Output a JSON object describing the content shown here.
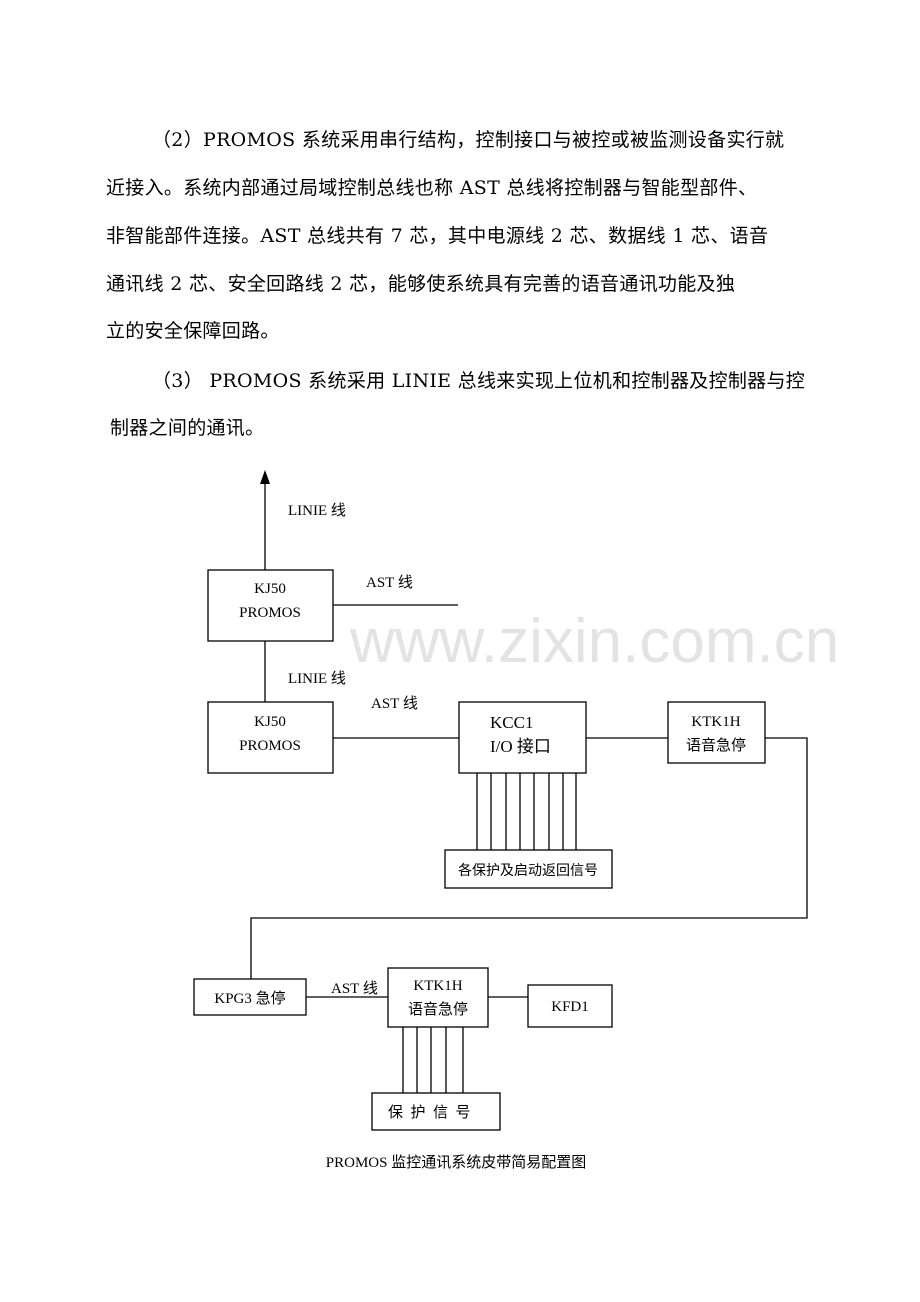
{
  "paragraphs": [
    {
      "lines": [
        "（2）PROMOS 系统采用串行结构，控制接口与被控或被监测设备实行就",
        "近接入。系统内部通过局域控制总线也称 AST  总线将控制器与智能型部件、",
        "非智能部件连接。AST 总线共有 7 芯，其中电源线 2 芯、数据线 1 芯、语音",
        "通讯线 2 芯、安全回路线 2 芯，能够使系统具有完善的语音通讯功能及独",
        "立的安全保障回路。"
      ]
    },
    {
      "lines": [
        "（3） PROMOS 系统采用 LINIE 总线来实现上位机和控制器及控制器与控",
        "制器之间的通讯。"
      ]
    }
  ],
  "diagram": {
    "watermark": "www.zixin.com.cn",
    "labels": {
      "linie_top": "LINIE 线",
      "ast_top": "AST 线",
      "linie_mid": "LINIE 线",
      "ast_mid": "AST 线",
      "ast_bottom": "AST 线"
    },
    "boxes": {
      "kj50_top": [
        "KJ50",
        "PROMOS"
      ],
      "kj50_bottom": [
        "KJ50",
        "PROMOS"
      ],
      "kcc1": [
        "KCC1",
        "I/O 接口"
      ],
      "ktk1h_top": [
        "KTK1H",
        "语音急停"
      ],
      "signals_top": "各保护及启动返回信号",
      "kpg3": "KPG3 急停",
      "ktk1h_bottom": [
        "KTK1H",
        "语音急停"
      ],
      "kfd1": "KFD1",
      "signals_bottom": "保  护  信  号"
    },
    "caption": "PROMOS 监控通讯系统皮带简易配置图"
  }
}
